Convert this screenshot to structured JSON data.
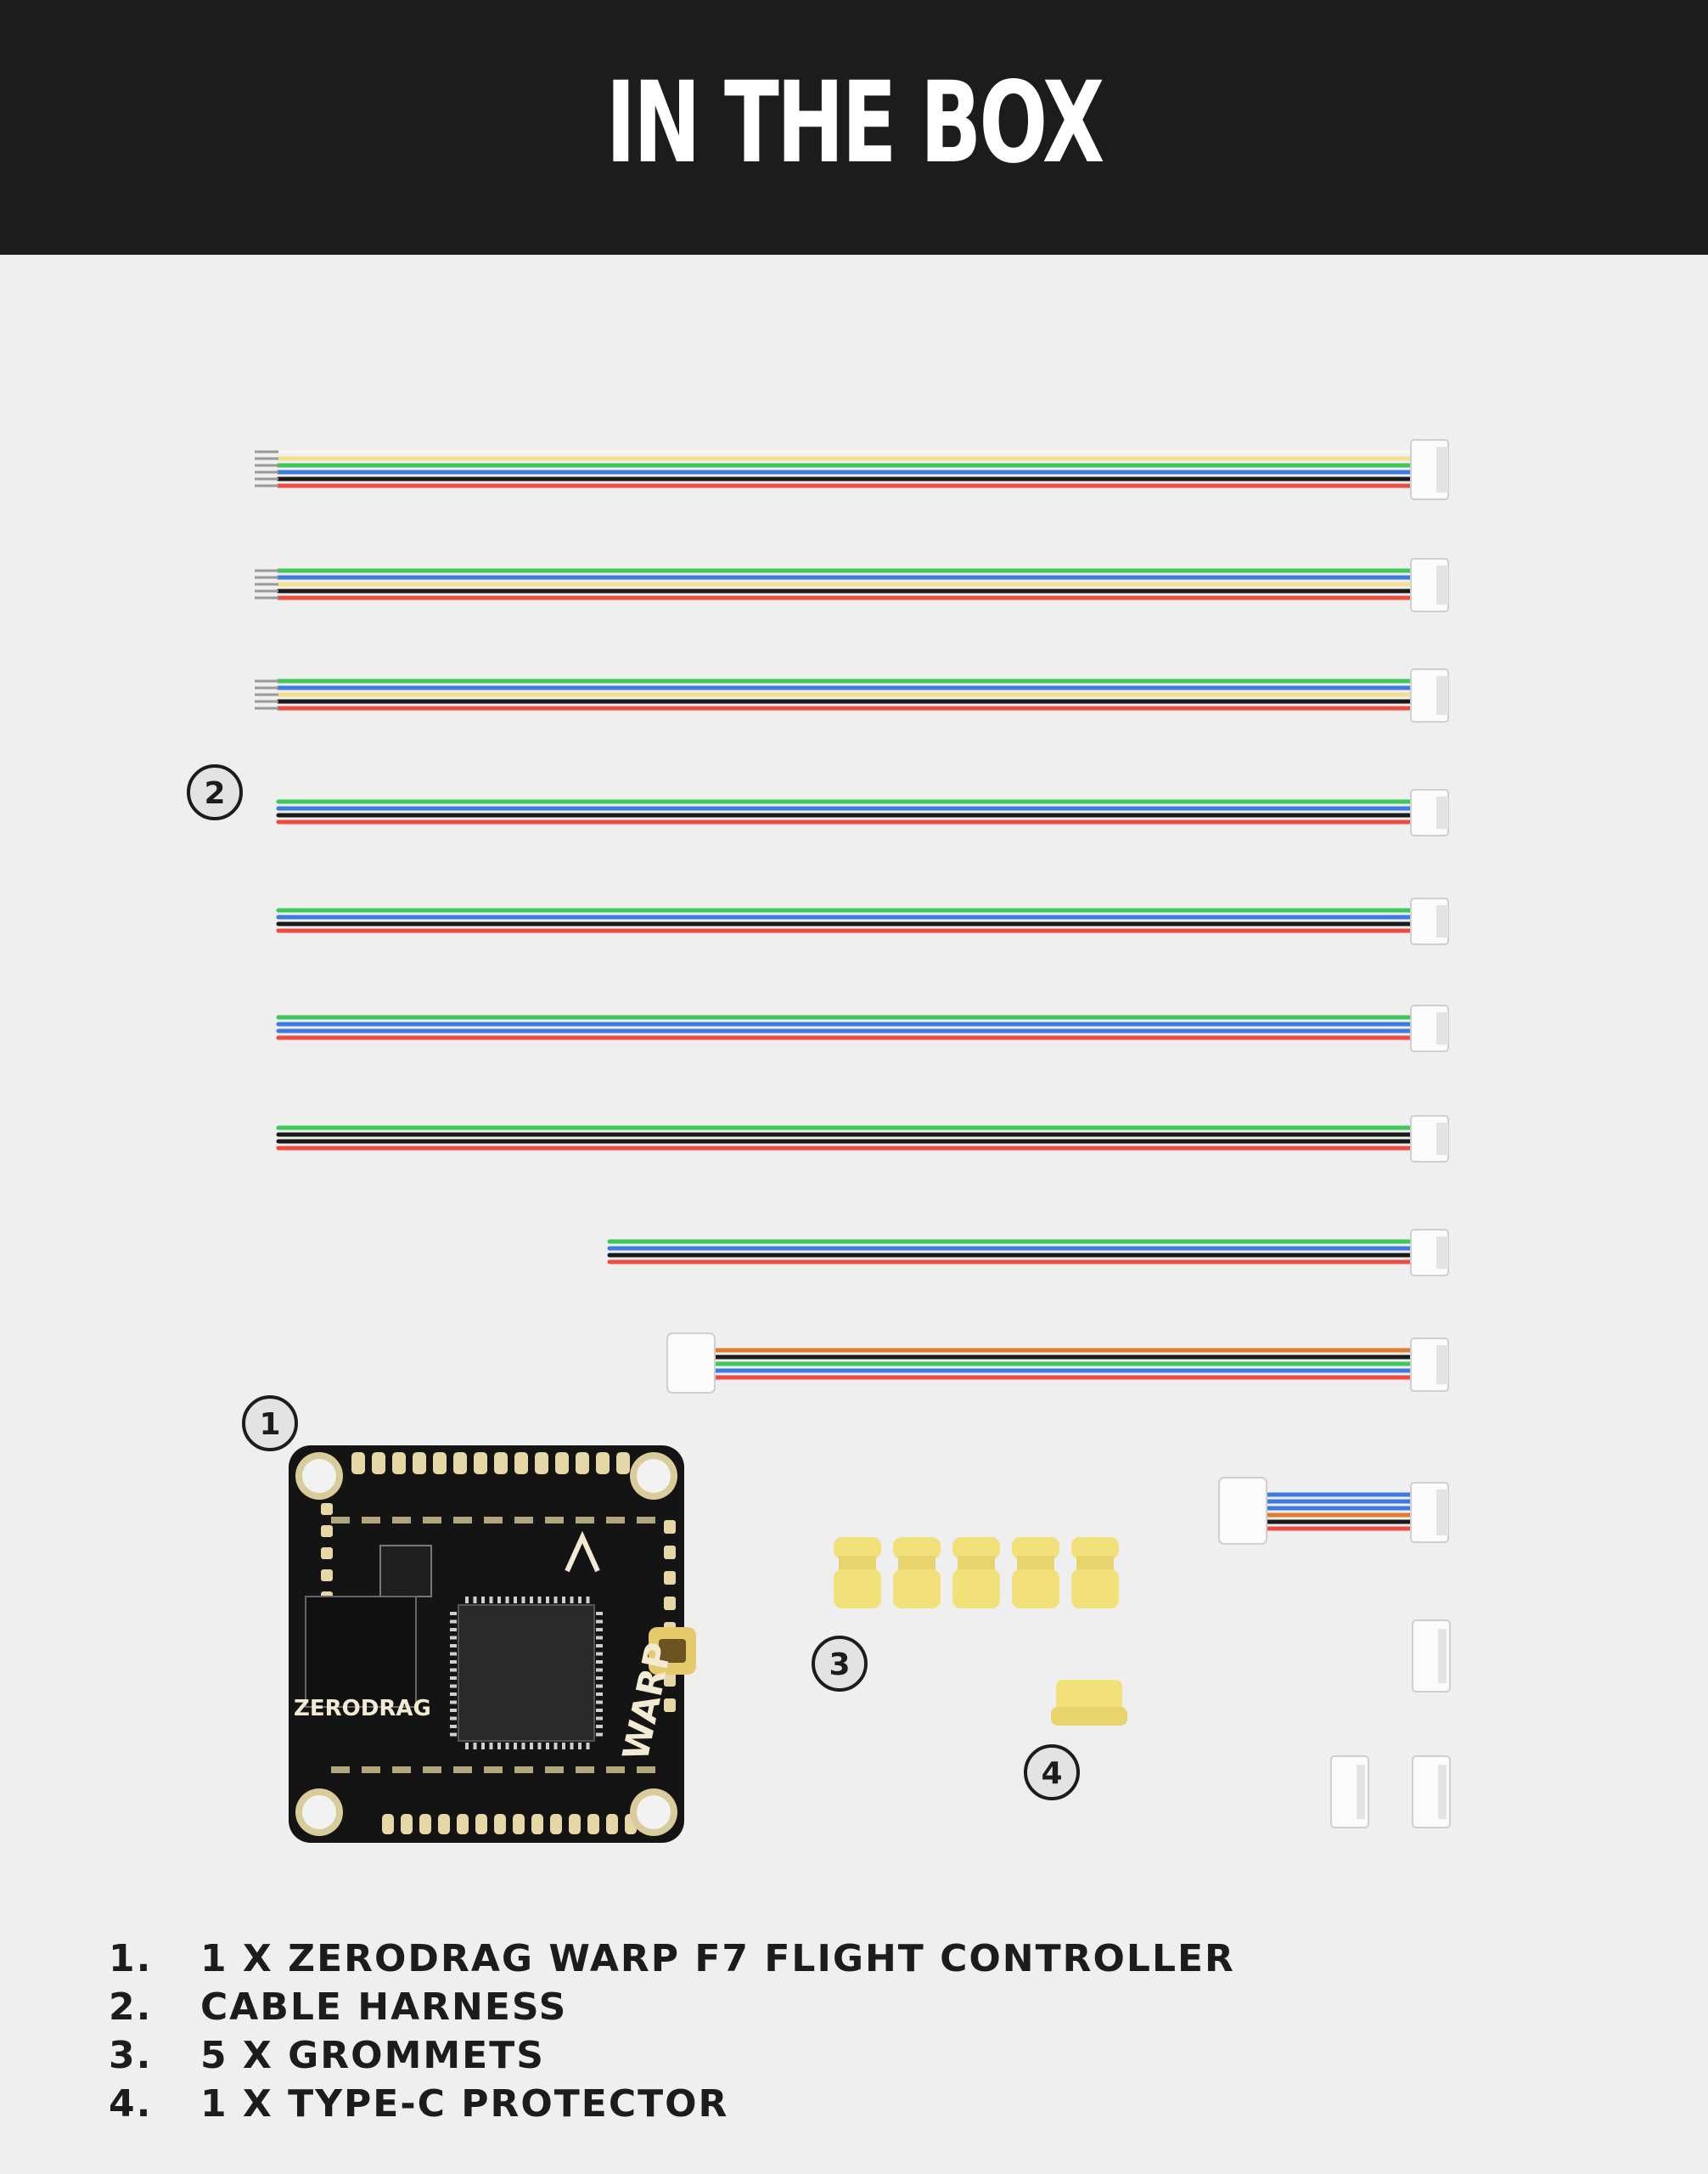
{
  "header": {
    "title": "IN THE BOX"
  },
  "callouts": [
    "1",
    "2",
    "3",
    "4"
  ],
  "board": {
    "brand": "ZERODRAG",
    "model": "WARP"
  },
  "legend": [
    {
      "number": "1.",
      "text": "1 X ZERODRAG WARP F7 FLIGHT CONTROLLER"
    },
    {
      "number": "2.",
      "text": "CABLE HARNESS"
    },
    {
      "number": "3.",
      "text": "5 X GROMMETS"
    },
    {
      "number": "4.",
      "text": "1 X TYPE-C PROTECTOR"
    }
  ],
  "colors": {
    "header_bg": "#1c1c1c",
    "header_text": "#ffffff",
    "background": "#efefef",
    "pcb": "#141414",
    "pad_gold": "#e6d8a6",
    "grommet": "#f2e07a",
    "wire_red": "#ee4c42",
    "wire_black": "#1a1a1a",
    "wire_blue": "#3f7ae0",
    "wire_green": "#3fc659",
    "wire_yellow": "#f4e08c",
    "wire_white": "#f6f6f6",
    "wire_orange": "#e07a2c"
  }
}
